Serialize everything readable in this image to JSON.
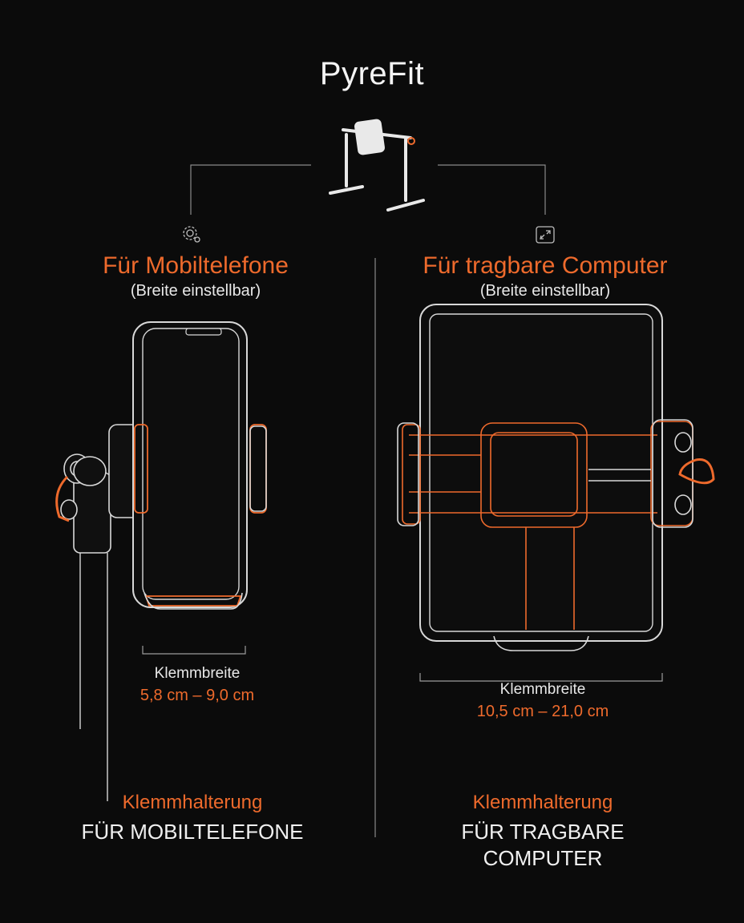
{
  "brand": "PyreFit",
  "colors": {
    "accent": "#ee6a2c",
    "background": "#0b0b0b",
    "text": "#ffffff",
    "line": "#cfcfcf"
  },
  "left": {
    "icon": "gear-icon",
    "title": "Für Mobiltelefone",
    "subtitle": "(Breite einstellbar)",
    "clamp_label": "Klemmbreite",
    "clamp_range": "5,8 cm – 9,0 cm",
    "footer_title": "Klemmhalterung",
    "footer_text": "FÜR MOBILTELEFONE"
  },
  "right": {
    "icon": "expand-icon",
    "title": "Für tragbare Computer",
    "subtitle": "(Breite einstellbar)",
    "clamp_label": "Klemmbreite",
    "clamp_range": "10,5 cm – 21,0 cm",
    "footer_title": "Klemmhalterung",
    "footer_text_line1": "FÜR TRAGBARE",
    "footer_text_line2": "COMPUTER"
  }
}
